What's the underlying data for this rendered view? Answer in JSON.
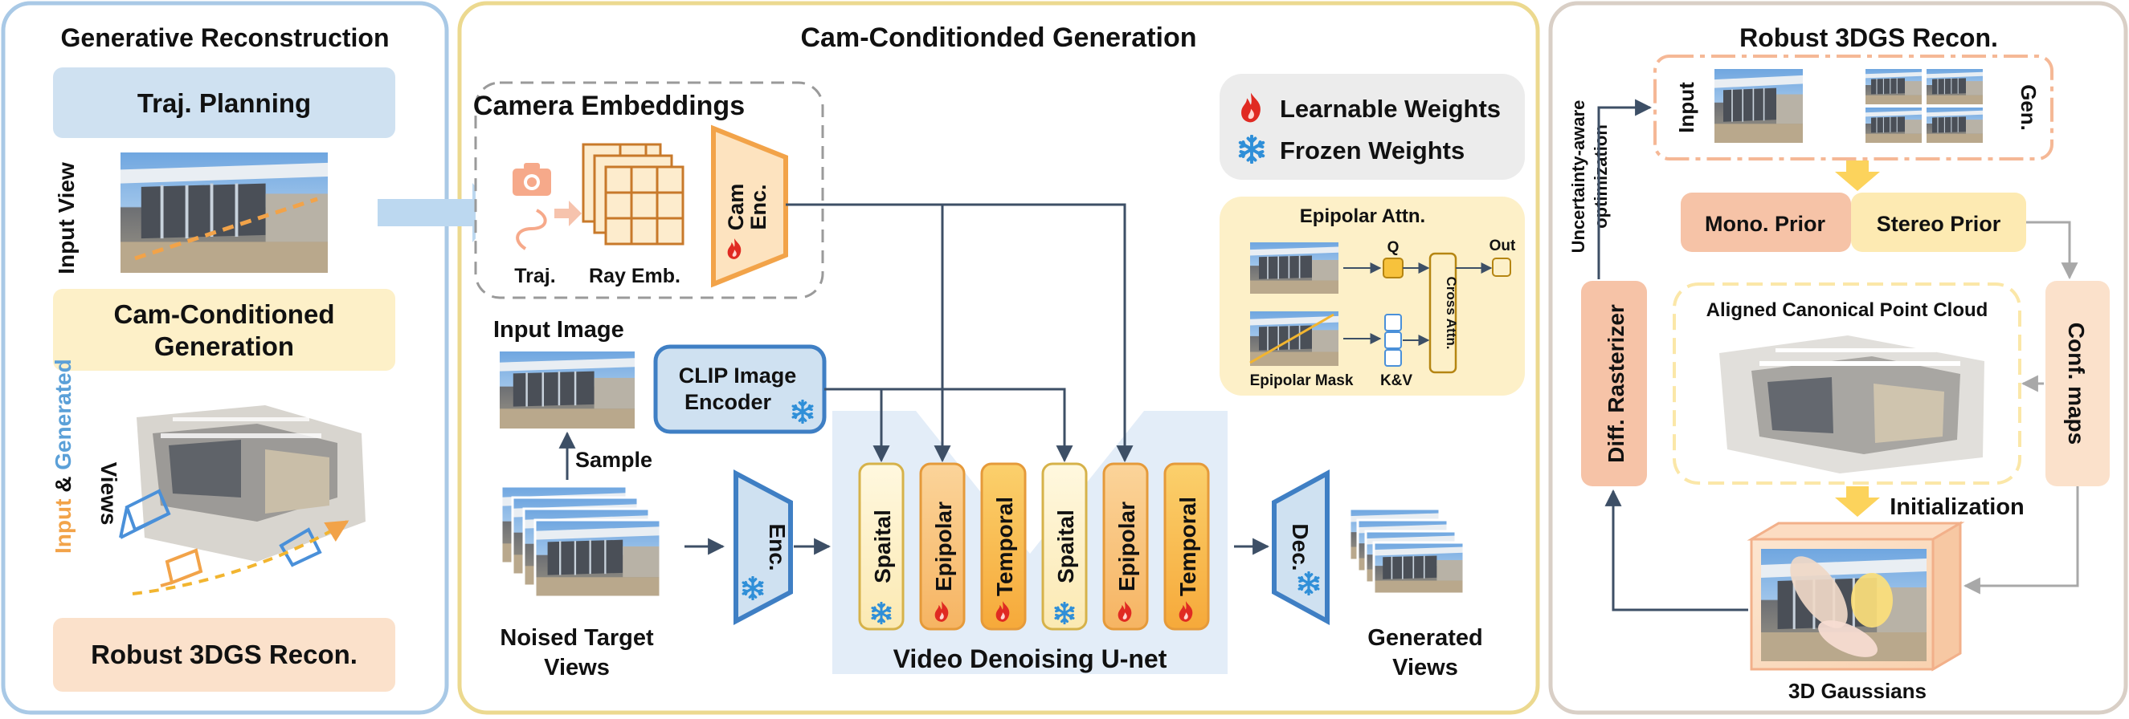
{
  "left_panel": {
    "title": "Generative Reconstruction",
    "traj_planning": "Traj. Planning",
    "input_view_label": "Input View",
    "cam_conditioned_line1": "Cam-Conditioned",
    "cam_conditioned_line2": "Generation",
    "views_input_word": "Input",
    "views_amp": " & ",
    "views_generated_word": "Generated",
    "views_word": "Views",
    "robust_recon": "Robust 3DGS Recon."
  },
  "middle_panel": {
    "title": "Cam-Conditionded Generation",
    "camera_embeddings_title": "Camera Embeddings",
    "traj_label": "Traj.",
    "ray_emb_label": "Ray Emb.",
    "cam_enc_line1": "Cam",
    "cam_enc_line2": "Enc.",
    "legend_learnable": "Learnable Weights",
    "legend_frozen": "Frozen Weights",
    "epipolar_attn_title": "Epipolar Attn.",
    "q_label": "Q",
    "out_label": "Out",
    "cross_attn_label": "Cross Attn.",
    "epipolar_mask_label": "Epipolar Mask",
    "kv_label": "K&V",
    "input_image_label": "Input Image",
    "clip_line1": "CLIP Image",
    "clip_line2": "Encoder",
    "sample_label": "Sample",
    "noised_line1": "Noised Target",
    "noised_line2": "Views",
    "enc_label": "Enc.",
    "dec_label": "Dec.",
    "unet_blocks": [
      "Spaital",
      "Epipolar",
      "Temporal",
      "Spaital",
      "Epipolar",
      "Temporal"
    ],
    "unet_label": "Video Denoising U-net",
    "generated_line1": "Generated",
    "generated_line2": "Views"
  },
  "right_panel": {
    "title": "Robust 3DGS Recon.",
    "input_label": "Input",
    "gen_label": "Gen.",
    "uncertainty_line1": "Uncertainty-aware",
    "uncertainty_line2": "optimization",
    "mono_prior": "Mono. Prior",
    "stereo_prior": "Stereo Prior",
    "aligned_point_cloud": "Aligned Canonical Point Cloud",
    "diff_rasterizer": "Diff. Rasterizer",
    "conf_maps": "Conf. maps",
    "initialization": "Initialization",
    "gaussians": "3D Gaussians"
  },
  "colors": {
    "left_border": "#a9c9e6",
    "middle_border": "#ecd98f",
    "right_border": "#d9cfc6",
    "blue_box": "#cfe1f1",
    "yellow_box": "#fdf0c8",
    "peach_box": "#fbe1cb",
    "orange": "#f2a349",
    "blue": "#3f7fc4",
    "dark_line": "#3d4f66"
  }
}
